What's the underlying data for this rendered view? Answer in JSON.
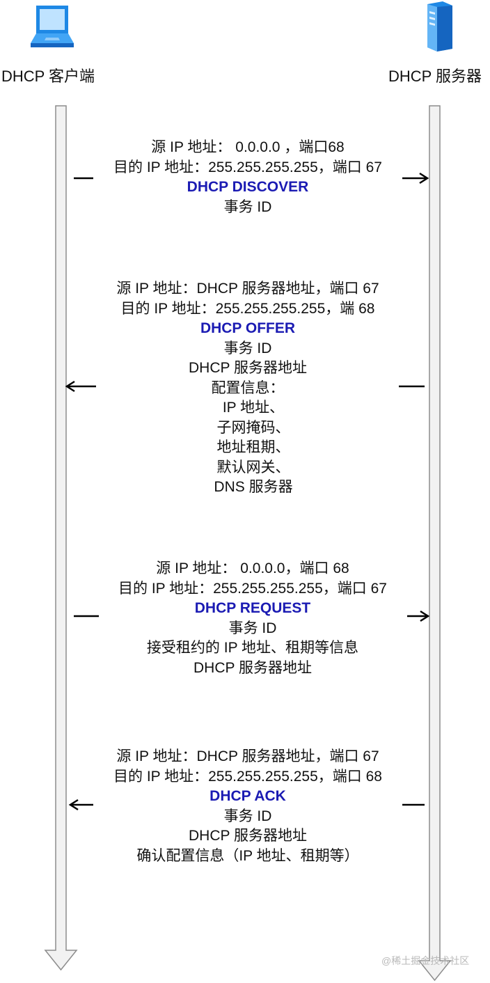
{
  "actors": {
    "client": {
      "label": "DHCP 客户端",
      "icon": "laptop-icon"
    },
    "server": {
      "label": "DHCP 服务器",
      "icon": "server-icon"
    }
  },
  "messages": [
    {
      "id": "discover",
      "direction": "client-to-server",
      "lines": [
        "源 IP 地址： 0.0.0.0 ，端口68",
        "目的 IP 地址：255.255.255.255，端口 67"
      ],
      "title": "DHCP DISCOVER",
      "details": [
        "事务 ID"
      ]
    },
    {
      "id": "offer",
      "direction": "server-to-client",
      "lines": [
        "源 IP 地址：DHCP 服务器地址，端口 67",
        "目的 IP 地址：255.255.255.255，端 68"
      ],
      "title": "DHCP OFFER",
      "details": [
        "事务 ID",
        "DHCP 服务器地址",
        "配置信息：",
        "IP 地址、",
        "子网掩码、",
        "地址租期、",
        "默认网关、",
        "DNS 服务器"
      ]
    },
    {
      "id": "request",
      "direction": "client-to-server",
      "lines": [
        "源 IP 地址： 0.0.0.0，端口 68",
        "目的 IP 地址：255.255.255.255，端口 67"
      ],
      "title": "DHCP REQUEST",
      "details": [
        "事务 ID",
        "接受租约的 IP 地址、租期等信息",
        "DHCP 服务器地址"
      ]
    },
    {
      "id": "ack",
      "direction": "server-to-client",
      "lines": [
        "源 IP 地址：DHCP 服务器地址，端口 67",
        "目的 IP 地址：255.255.255.255，端口 68"
      ],
      "title": "DHCP ACK",
      "details": [
        "事务 ID",
        "DHCP 服务器地址",
        "确认配置信息（IP 地址、租期等）"
      ]
    }
  ],
  "watermark": "@稀土掘金技术社区",
  "colors": {
    "title": "#1b1bb3",
    "lifeline_fill": "#f2f2f2",
    "lifeline_stroke": "#8c8c8c",
    "icon_blue": "#1e88e5"
  }
}
